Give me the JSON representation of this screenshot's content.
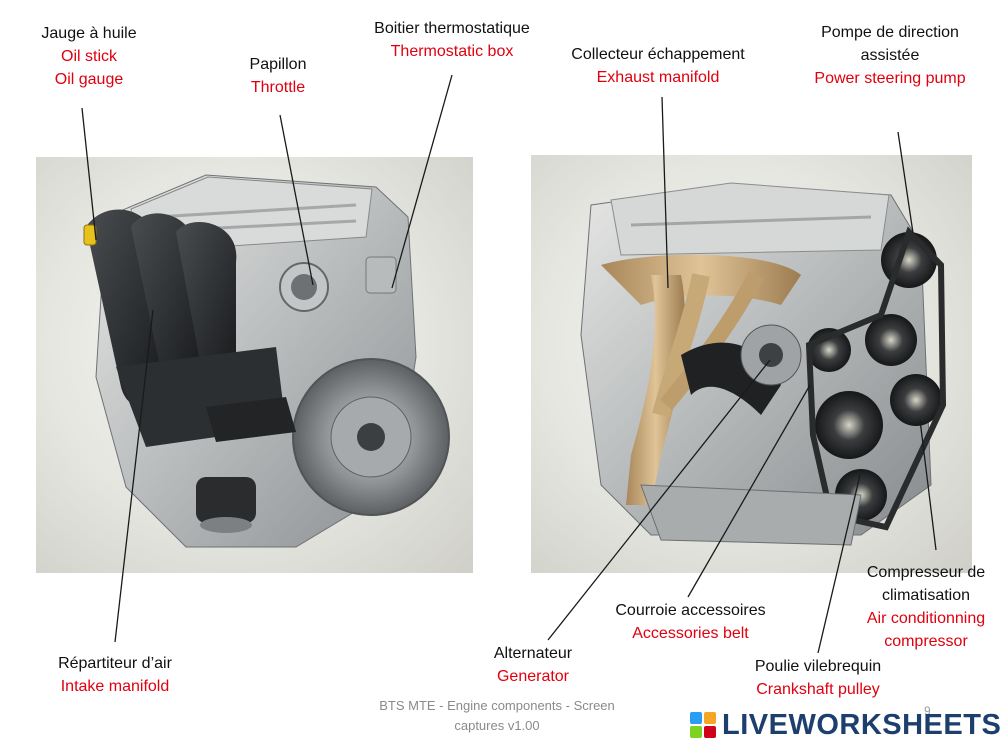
{
  "labels": {
    "oil_gauge": {
      "fr": "Jauge à huile",
      "en1": "Oil stick",
      "en2": "Oil gauge"
    },
    "throttle": {
      "fr": "Papillon",
      "en": "Throttle"
    },
    "thermostatic_box": {
      "fr": "Boitier thermostatique",
      "en": "Thermostatic box"
    },
    "exhaust_manifold": {
      "fr": "Collecteur échappement",
      "en": "Exhaust manifold"
    },
    "power_steering_pump": {
      "fr1": "Pompe de direction",
      "fr2": "assistée",
      "en": "Power steering pump"
    },
    "intake_manifold": {
      "fr": "Répartiteur d’air",
      "en": "Intake manifold"
    },
    "generator": {
      "fr": "Alternateur",
      "en": "Generator"
    },
    "accessories_belt": {
      "fr": "Courroie accessoires",
      "en": "Accessories belt"
    },
    "crankshaft_pulley": {
      "fr": "Poulie vilebrequin",
      "en": "Crankshaft pulley"
    },
    "ac_compressor": {
      "fr1": "Compresseur de",
      "fr2": "climatisation",
      "en1": "Air conditionning",
      "en2": "compressor"
    }
  },
  "footer": {
    "line1": "BTS MTE - Engine components - Screen",
    "line2": "captures v1.00",
    "page_number": "9"
  },
  "brand": {
    "name": "LIVEWORKSHEETS",
    "colors": [
      "#2a9df4",
      "#f5a623",
      "#7ed321",
      "#d0021b"
    ]
  },
  "colors": {
    "label_fr": "#111111",
    "label_en": "#e0000f",
    "leader_line": "#1a1a1a"
  }
}
